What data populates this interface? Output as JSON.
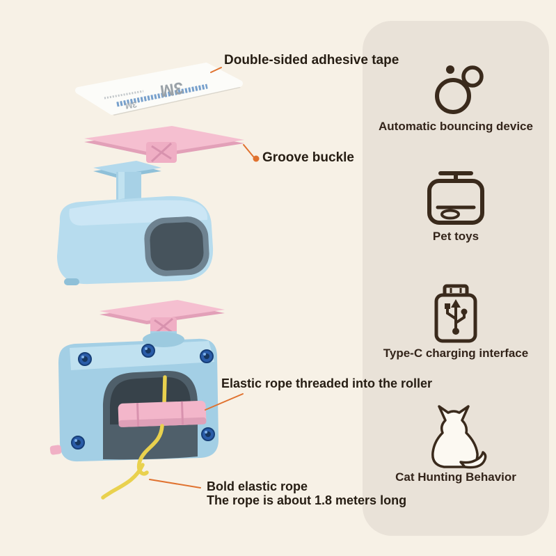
{
  "colors": {
    "background": "#f7f1e6",
    "panel_background": "#e9e2d8",
    "text": "#2a2016",
    "accent_orange": "#e0722f",
    "product_pink": "#f3b6ca",
    "product_blue": "#abd4e9",
    "rope_yellow": "#e9d14e"
  },
  "diagram": {
    "tape_label": "Double-sided adhesive tape",
    "tape_brand": "3M",
    "groove_label": "Groove buckle",
    "roller_label": "Elastic rope threaded into the roller",
    "rope_label": "Bold elastic rope",
    "rope_note": "The rope is about 1.8 meters long"
  },
  "panel": {
    "items": [
      {
        "icon": "bouncing-device-icon",
        "label": "Automatic bouncing device"
      },
      {
        "icon": "pet-toys-icon",
        "label": "Pet toys"
      },
      {
        "icon": "type-c-charging-icon",
        "label": "Type-C charging interface"
      },
      {
        "icon": "cat-hunting-icon",
        "label": "Cat Hunting Behavior"
      }
    ]
  }
}
